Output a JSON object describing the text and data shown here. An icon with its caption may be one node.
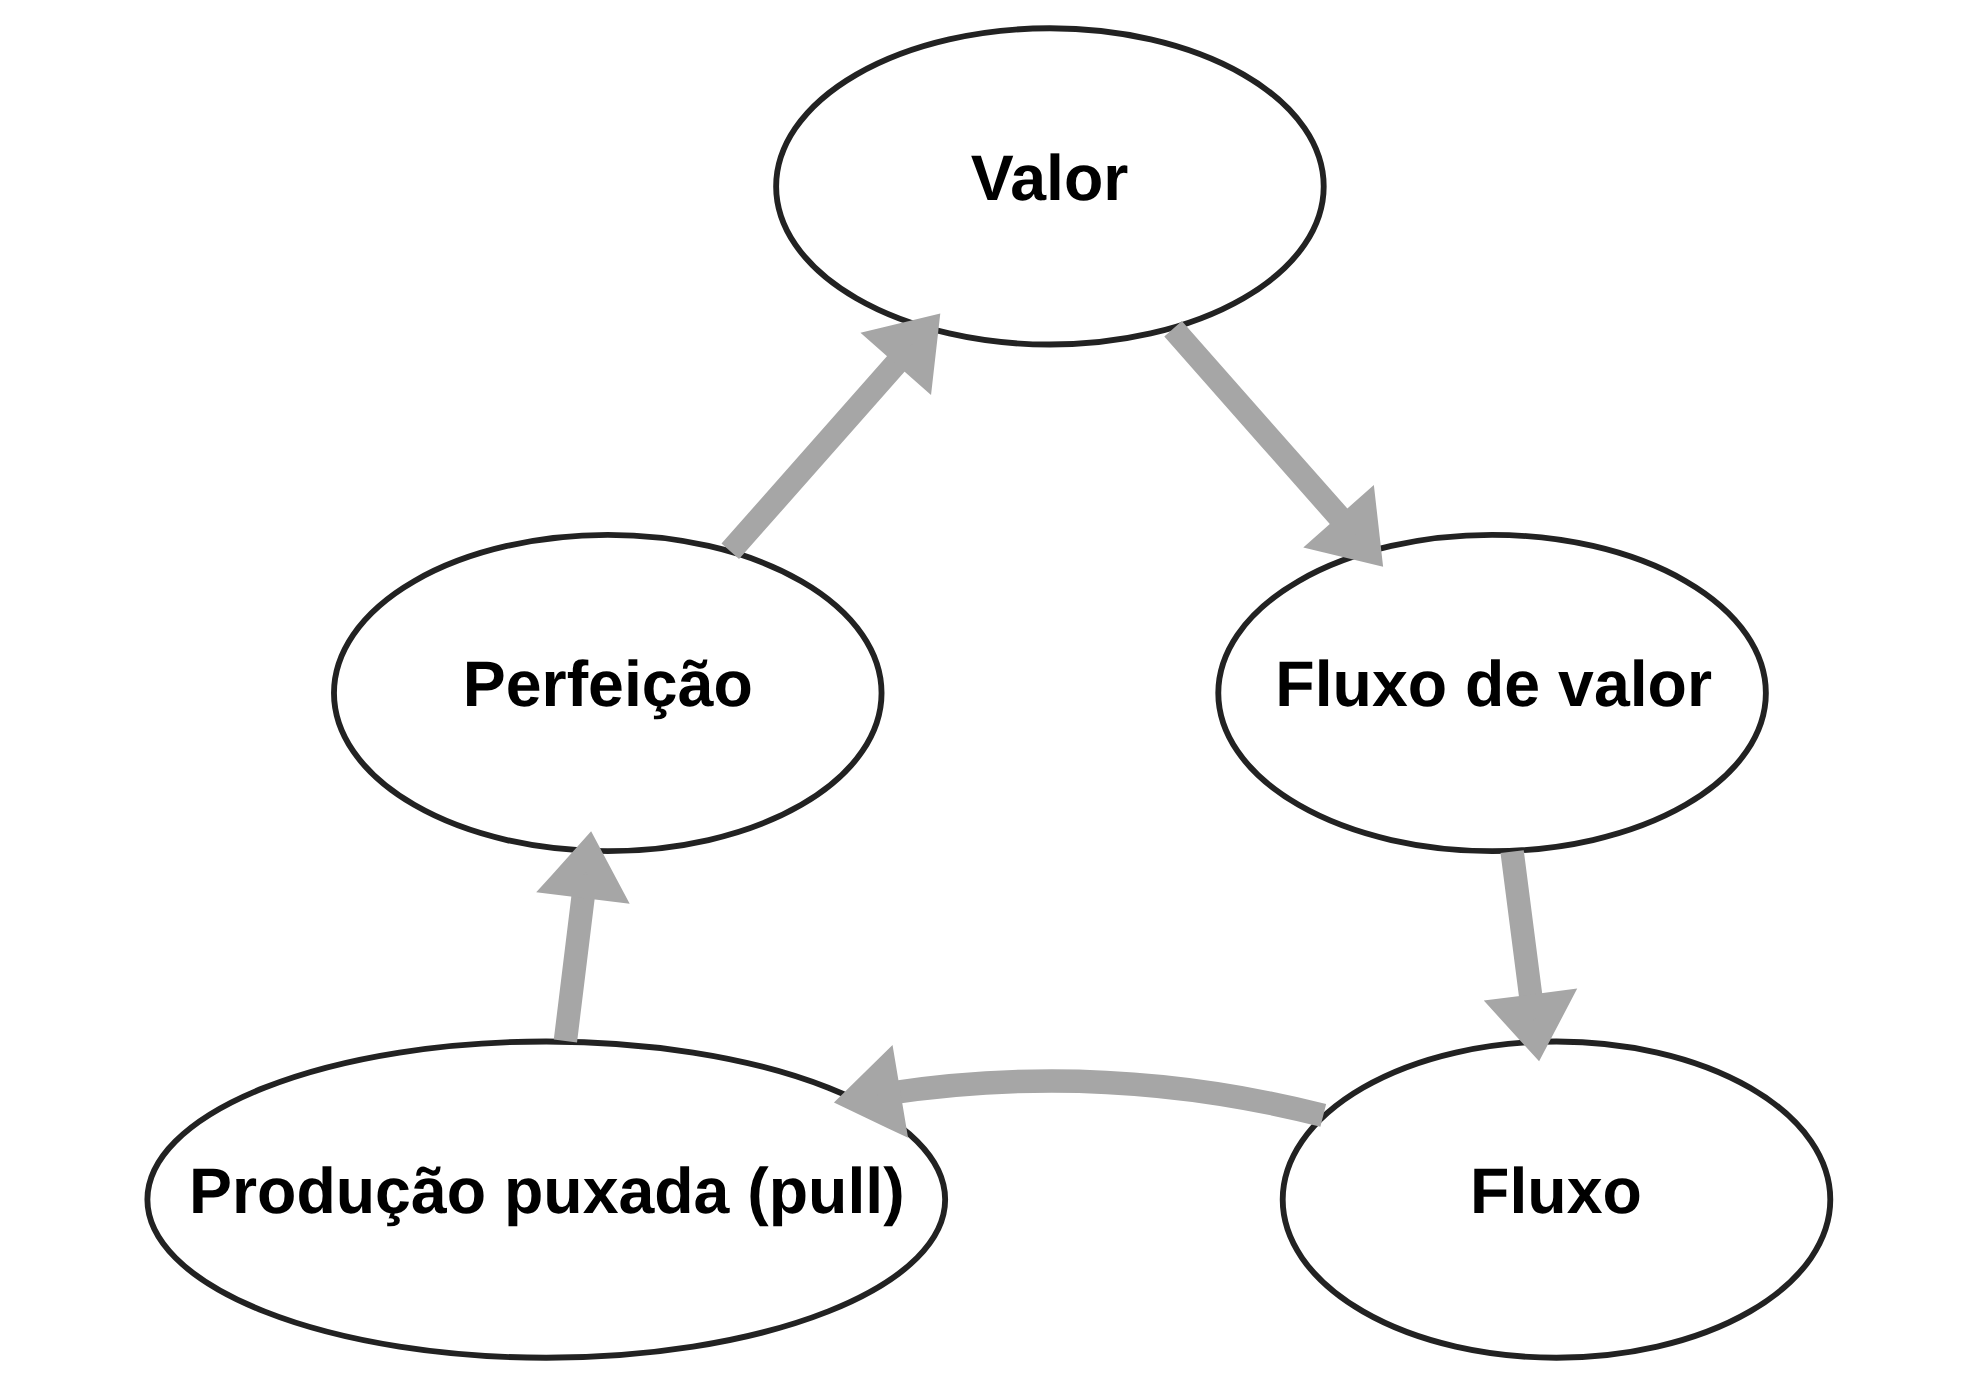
{
  "diagram": {
    "nodes": [
      {
        "text": [
          "Valor"
        ]
      },
      {
        "text": [
          "Fluxo de valor"
        ]
      },
      {
        "text": [
          "Fluxo"
        ]
      },
      {
        "text": [
          "Produção puxada (pull)"
        ]
      },
      {
        "text": [
          "Perfeição"
        ]
      }
    ],
    "edges": [
      {
        "from": 0,
        "to": 1,
        "arrow": "to"
      },
      {
        "from": 1,
        "to": 2,
        "arrow": "to"
      },
      {
        "from": 2,
        "to": 3,
        "arrow": "to"
      },
      {
        "from": 3,
        "to": 4,
        "arrow": "to"
      },
      {
        "from": 4,
        "to": 0,
        "arrow": "to"
      }
    ]
  }
}
